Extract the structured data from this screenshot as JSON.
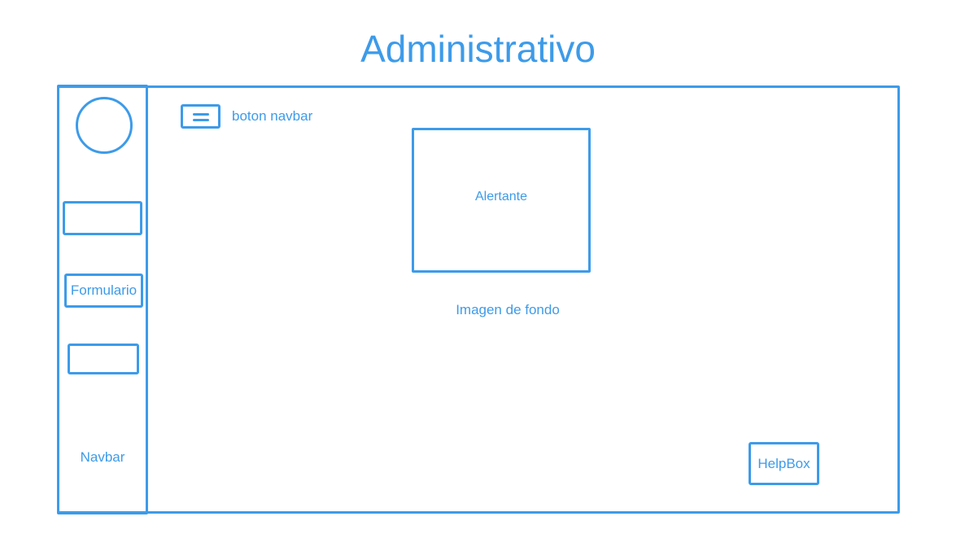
{
  "page": {
    "title": "Administrativo"
  },
  "sidebar": {
    "items": [
      {
        "label": ""
      },
      {
        "label": "Formulario"
      },
      {
        "label": ""
      }
    ],
    "label": "Navbar"
  },
  "toolbar": {
    "menu_button_label": "boton navbar",
    "menu_icon": "hamburger-icon"
  },
  "main": {
    "alert_label": "Alertante",
    "background_label": "Imagen de fondo"
  },
  "helpbox": {
    "label": "HelpBox"
  },
  "colors": {
    "accent": "#3d9be9"
  }
}
